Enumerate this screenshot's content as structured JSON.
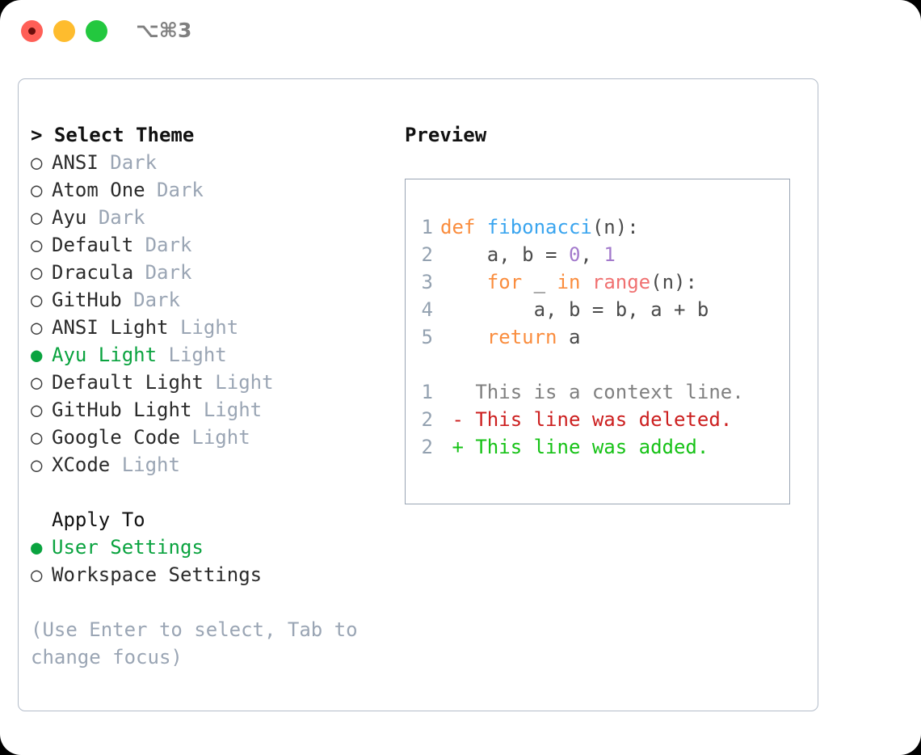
{
  "titlebar": {
    "shortcut": "⌥⌘3",
    "lights": {
      "close": "close-button",
      "minimize": "minimize-button",
      "maximize": "maximize-button"
    }
  },
  "theme_section": {
    "header": "> Select Theme",
    "items": [
      {
        "marker": "○",
        "label": "ANSI",
        "suffix": "Dark",
        "selected": false
      },
      {
        "marker": "○",
        "label": "Atom One",
        "suffix": "Dark",
        "selected": false
      },
      {
        "marker": "○",
        "label": "Ayu",
        "suffix": "Dark",
        "selected": false
      },
      {
        "marker": "○",
        "label": "Default",
        "suffix": "Dark",
        "selected": false
      },
      {
        "marker": "○",
        "label": "Dracula",
        "suffix": "Dark",
        "selected": false
      },
      {
        "marker": "○",
        "label": "GitHub",
        "suffix": "Dark",
        "selected": false
      },
      {
        "marker": "○",
        "label": "ANSI Light",
        "suffix": "Light",
        "selected": false
      },
      {
        "marker": "●",
        "label": "Ayu Light",
        "suffix": "Light",
        "selected": true
      },
      {
        "marker": "○",
        "label": "Default Light",
        "suffix": "Light",
        "selected": false
      },
      {
        "marker": "○",
        "label": "GitHub Light",
        "suffix": "Light",
        "selected": false
      },
      {
        "marker": "○",
        "label": "Google Code",
        "suffix": "Light",
        "selected": false
      },
      {
        "marker": "○",
        "label": "XCode",
        "suffix": "Light",
        "selected": false
      }
    ]
  },
  "apply_section": {
    "header": "Apply To",
    "items": [
      {
        "marker": "●",
        "label": "User Settings",
        "selected": true
      },
      {
        "marker": "○",
        "label": "Workspace Settings",
        "selected": false
      }
    ]
  },
  "hint": "(Use Enter to select, Tab to change focus)",
  "preview": {
    "header": "Preview",
    "code_lines": [
      {
        "num": "1",
        "tokens": [
          {
            "t": "def ",
            "c": "t-kw"
          },
          {
            "t": "fibonacci",
            "c": "t-fn"
          },
          {
            "t": "(n):",
            "c": "t-pl"
          }
        ]
      },
      {
        "num": "2",
        "tokens": [
          {
            "t": "    a, b = ",
            "c": "t-pl"
          },
          {
            "t": "0",
            "c": "t-num"
          },
          {
            "t": ", ",
            "c": "t-pl"
          },
          {
            "t": "1",
            "c": "t-num"
          }
        ]
      },
      {
        "num": "3",
        "tokens": [
          {
            "t": "    ",
            "c": "t-pl"
          },
          {
            "t": "for",
            "c": "t-kw"
          },
          {
            "t": " _ ",
            "c": "t-pl"
          },
          {
            "t": "in",
            "c": "t-kw"
          },
          {
            "t": " ",
            "c": "t-pl"
          },
          {
            "t": "range",
            "c": "t-bi"
          },
          {
            "t": "(n):",
            "c": "t-pl"
          }
        ]
      },
      {
        "num": "4",
        "tokens": [
          {
            "t": "        a, b = b, a + b",
            "c": "t-pl"
          }
        ]
      },
      {
        "num": "5",
        "tokens": [
          {
            "t": "    ",
            "c": "t-pl"
          },
          {
            "t": "return",
            "c": "t-kw"
          },
          {
            "t": " a",
            "c": "t-pl"
          }
        ]
      }
    ],
    "diff_lines": [
      {
        "num": "1",
        "tokens": [
          {
            "t": "   This is a context line.",
            "c": "t-ctx"
          }
        ]
      },
      {
        "num": "2",
        "tokens": [
          {
            "t": " - This line was deleted.",
            "c": "t-del"
          }
        ]
      },
      {
        "num": "2",
        "tokens": [
          {
            "t": " + This line was added.",
            "c": "t-add"
          }
        ]
      }
    ]
  },
  "colors": {
    "accent_green": "#0aa33f",
    "muted": "#9aa5b4",
    "keyword": "#fa8d3e",
    "function": "#3aa5ef",
    "number": "#a37acc",
    "builtin": "#f07171",
    "diff_deleted": "#cc1f1f",
    "diff_added": "#16c216",
    "border": "#b3bcc9"
  }
}
